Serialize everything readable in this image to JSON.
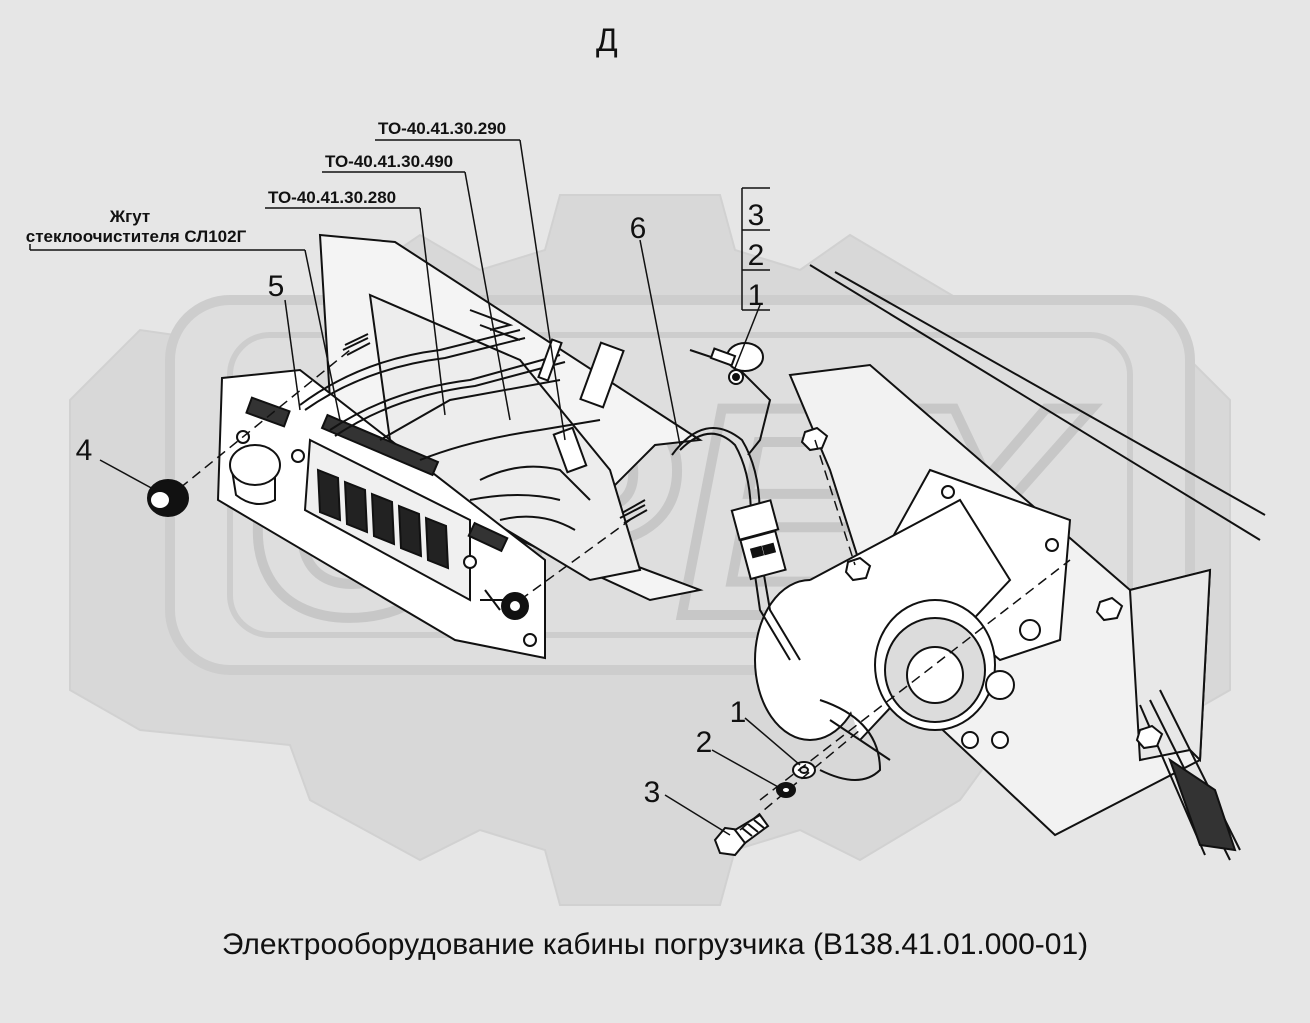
{
  "view_label": "Д",
  "caption": "Электрооборудование кабины погрузчика (В138.41.01.000-01)",
  "callouts": {
    "harness_line1": "Жгут",
    "harness_line2": "стеклоочистителя СЛ102Г",
    "part_280": "ТО-40.41.30.280",
    "part_490": "ТО-40.41.30.490",
    "part_290": "ТО-40.41.30.290"
  },
  "item_numbers": {
    "n1_stack": "1",
    "n2_stack": "2",
    "n3_stack": "3",
    "n4": "4",
    "n5": "5",
    "n6": "6",
    "n1_bottom": "1",
    "n2_bottom": "2",
    "n3_bottom": "3"
  },
  "watermark": "OPEX",
  "colors": {
    "background": "#e6e6e6",
    "watermark": "#cfcfcf",
    "line": "#111111",
    "panel_fill": "#ffffff"
  }
}
